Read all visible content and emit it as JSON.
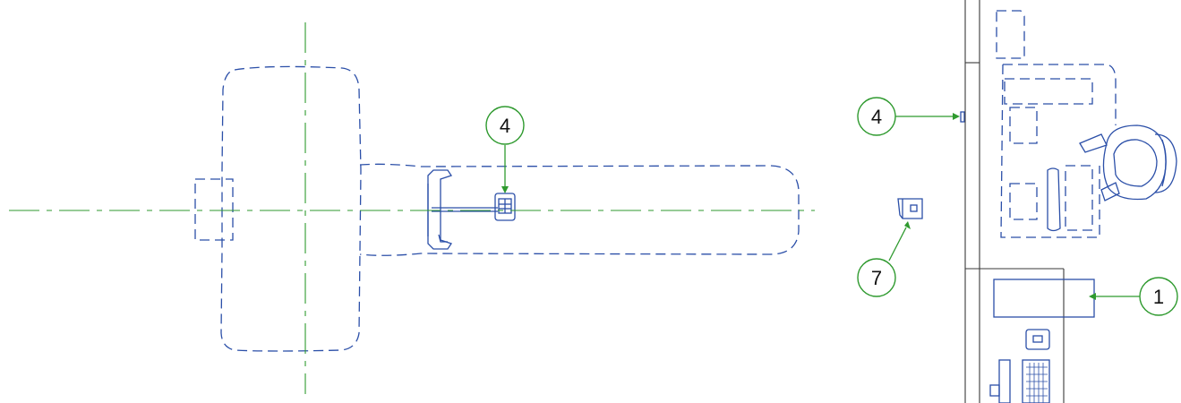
{
  "colors": {
    "equipment_line": "#2b4fa8",
    "centerline": "#2f9a2f",
    "callout": "#2f9a2f",
    "wall": "#3a3a3a",
    "background": "#ffffff"
  },
  "callouts": [
    {
      "id": "callout-4-scanner",
      "label": "4"
    },
    {
      "id": "callout-4-wall",
      "label": "4"
    },
    {
      "id": "callout-7",
      "label": "7"
    },
    {
      "id": "callout-1",
      "label": "1"
    }
  ]
}
